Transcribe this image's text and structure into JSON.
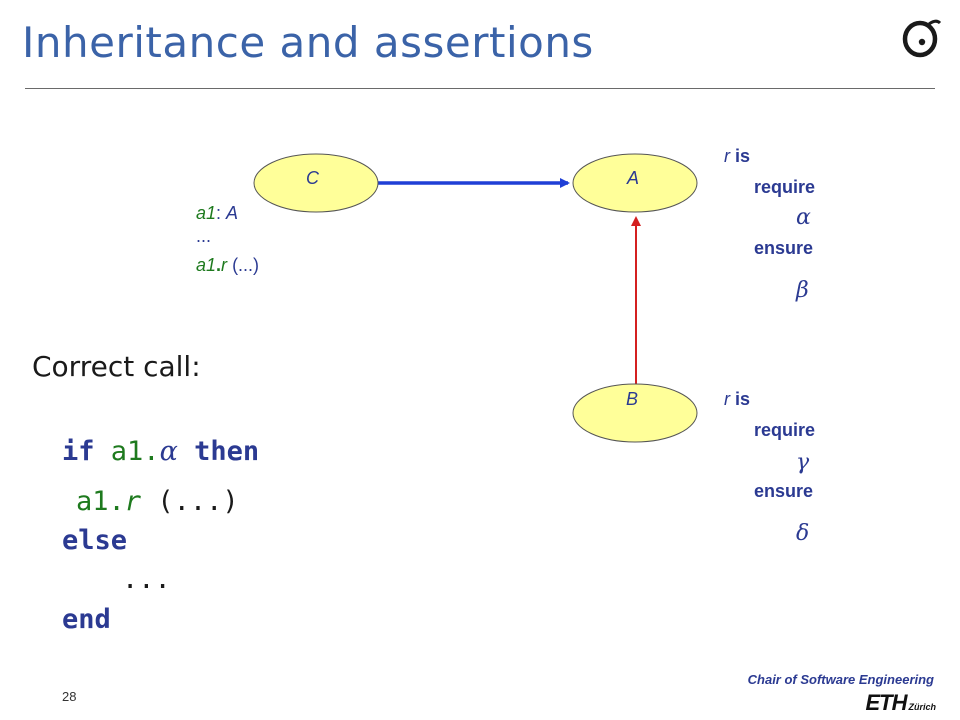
{
  "title": "Inheritance and assertions",
  "diagram": {
    "classes": {
      "c": "C",
      "a": "A",
      "b": "B"
    },
    "client_code": {
      "decl_name": "a1",
      "decl_sep": ": ",
      "decl_type": "A",
      "dots": "...",
      "call_target": "a1",
      "call_dot": ".",
      "call_feature": "r",
      "call_args": "(...)"
    },
    "contract_a": {
      "feature": "r",
      "is": "is",
      "require": "require",
      "pre": "α",
      "ensure": "ensure",
      "post": "β"
    },
    "contract_b": {
      "feature": "r",
      "is": "is",
      "require": "require",
      "pre": "γ",
      "ensure": "ensure",
      "post": "δ"
    },
    "colors": {
      "client_arrow": "#1f3fd6",
      "inherit_arrow": "#d42020",
      "class_fill": "#ffff99"
    }
  },
  "correct_call": {
    "label": "Correct call:",
    "if_kw": "if",
    "cond_target": "a1.",
    "cond_greek": "α",
    "then_kw": "then",
    "call_target": "a1.",
    "call_feature": "r",
    "call_args": "(...)",
    "else_kw": "else",
    "dots": "...",
    "end_kw": "end"
  },
  "footer": {
    "chair": "Chair of Software Engineering",
    "eth": "ETH",
    "eth_sub": "Zürich",
    "page_number": "28"
  }
}
